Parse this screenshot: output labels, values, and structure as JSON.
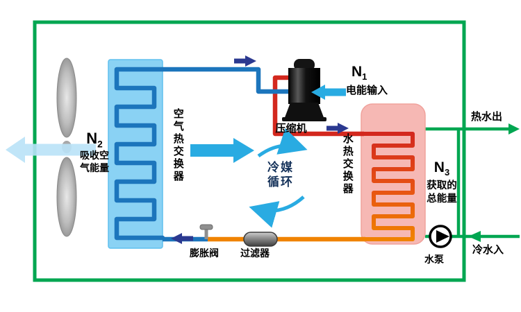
{
  "diagram": {
    "labels": {
      "n1": {
        "base": "N",
        "sub": "1",
        "desc": "电能输入"
      },
      "n2": {
        "base": "N",
        "sub": "2",
        "desc": "吸收空\n气能量"
      },
      "n3": {
        "base": "N",
        "sub": "3",
        "desc": "获取的\n总能量"
      },
      "air_exchanger": "空气热交换器",
      "water_exchanger": "水热交换器",
      "compressor": "压缩机",
      "refrigerant_cycle": "冷媒\n循环",
      "expansion_valve": "膨胀阀",
      "filter": "过滤器",
      "pump": "水泵",
      "hot_water_out": "热水出",
      "cold_water_in": "冷水入"
    },
    "colors": {
      "boundary_green": "#00a651",
      "pipe_blue": "#1c75bc",
      "pipe_red": "#d3281e",
      "pipe_orange": "#f08300",
      "arrow_cyan": "#29abe2",
      "arrow_navy": "#2b3990",
      "arrow_light": "#b9e2f7",
      "evaporator_fill": "#8ad2f4",
      "condenser_fill": "#f6b8b4"
    }
  }
}
